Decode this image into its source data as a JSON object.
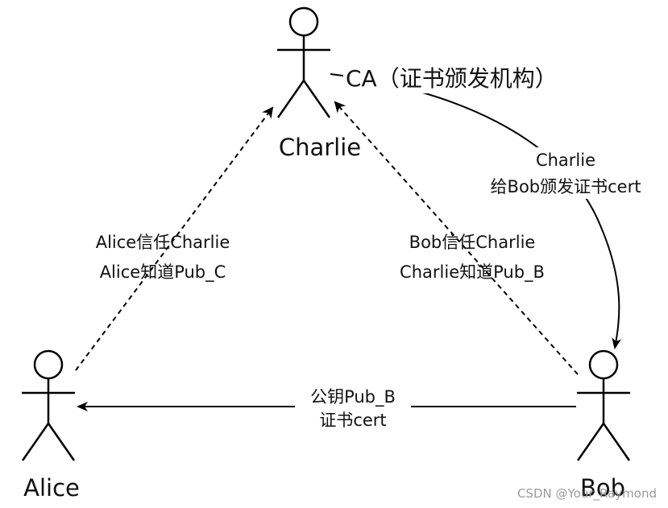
{
  "diagram": {
    "actors": {
      "charlie": {
        "name": "Charlie",
        "role": "CA（证书颁发机构）"
      },
      "alice": {
        "name": "Alice"
      },
      "bob": {
        "name": "Bob"
      }
    },
    "edges": {
      "alice_to_charlie": {
        "line1": "Alice信任Charlie",
        "line2": "Alice知道Pub_C",
        "style": "dashed"
      },
      "bob_to_charlie": {
        "line1": "Bob信任Charlie",
        "line2": "Charlie知道Pub_B",
        "style": "dashed"
      },
      "charlie_to_bob": {
        "line1": "Charlie",
        "line2": "给Bob颁发证书cert",
        "style": "solid-curved"
      },
      "bob_to_alice": {
        "line1": "公钥Pub_B",
        "line2": "证书cert",
        "style": "solid"
      }
    }
  },
  "watermark": "CSDN @Your_Raymond",
  "colors": {
    "stroke": "#000000",
    "text": "#111111",
    "watermark": "#9a9a9a"
  }
}
